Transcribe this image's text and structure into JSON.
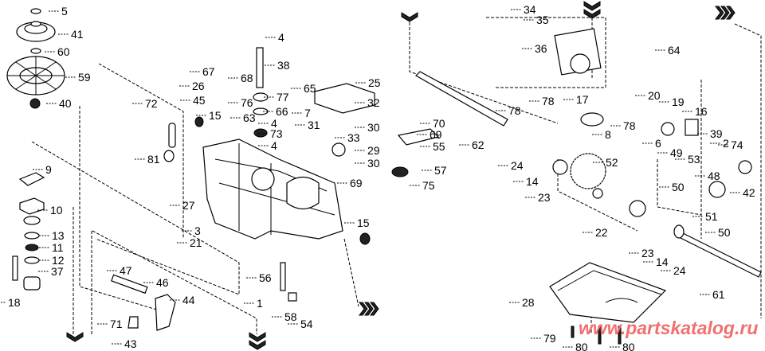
{
  "diagram": {
    "callouts": [
      "5",
      "41",
      "60",
      "59",
      "40",
      "72",
      "26",
      "45",
      "67",
      "68",
      "76",
      "77",
      "38",
      "4",
      "66",
      "4",
      "73",
      "4",
      "65",
      "7",
      "31",
      "25",
      "32",
      "30",
      "33",
      "29",
      "30",
      "15",
      "63",
      "81",
      "9",
      "10",
      "13",
      "11",
      "12",
      "37",
      "18",
      "27",
      "3",
      "21",
      "15",
      "69",
      "47",
      "46",
      "44",
      "71",
      "43",
      "56",
      "1",
      "58",
      "54",
      "70",
      "69",
      "55",
      "57",
      "75",
      "62",
      "24",
      "14",
      "23",
      "34",
      "35",
      "36",
      "64",
      "78",
      "78",
      "17",
      "78",
      "8",
      "52",
      "20",
      "19",
      "16",
      "6",
      "39",
      "2",
      "74",
      "49",
      "53",
      "48",
      "42",
      "50",
      "51",
      "50",
      "22",
      "23",
      "14",
      "24",
      "61",
      "28",
      "79",
      "80",
      "80"
    ],
    "watermark": "www.partskatalog.ru",
    "colors": {
      "line": "#000000",
      "watermark": "#f07070"
    }
  }
}
